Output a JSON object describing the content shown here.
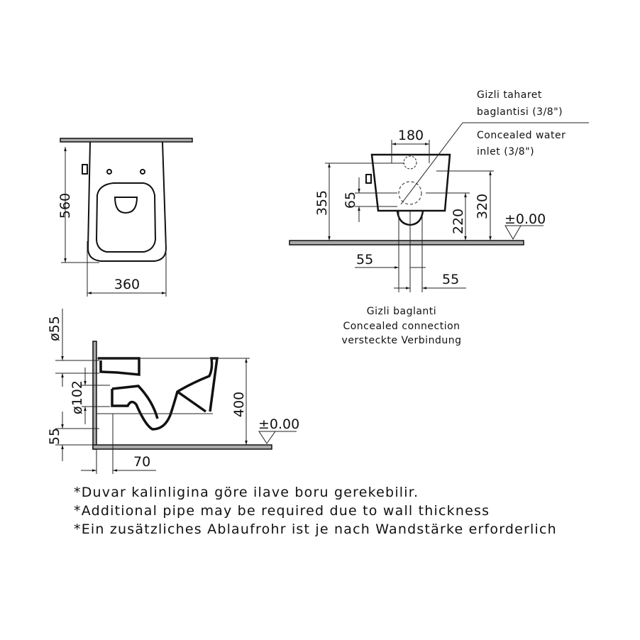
{
  "top_view": {
    "dim_depth": "560",
    "dim_width": "360"
  },
  "front_view": {
    "dim_inlet_spacing": "180",
    "dim_total_height": "355",
    "dim_outlet_offset": "65",
    "dim_outlet_height": "220",
    "dim_inlet_height": "320",
    "level_marker": "±0.00",
    "dim_left_offset": "55",
    "dim_right_offset": "55",
    "callout": {
      "tr_line1": "Gizli taharet",
      "tr_line2": "baglantisi (3/8\")",
      "en_line1": "Concealed water",
      "en_line2": "inlet (3/8\")"
    },
    "connection_label": {
      "tr": "Gizli baglanti",
      "en": "Concealed connection",
      "de": "versteckte Verbindung"
    }
  },
  "side_view": {
    "dim_inlet_diameter": "ø55",
    "dim_outlet_diameter": "ø102",
    "dim_bottom_offset": "55",
    "dim_height": "400",
    "dim_wall_offset": "70",
    "level_marker": "±0.00"
  },
  "notes": [
    "*Duvar kalinligina göre ilave boru gerekebilir.",
    "*Additional pipe may be required due to wall thickness",
    "*Ein zusätzliches Ablaufrohr ist je nach Wandstärke erforderlich"
  ]
}
